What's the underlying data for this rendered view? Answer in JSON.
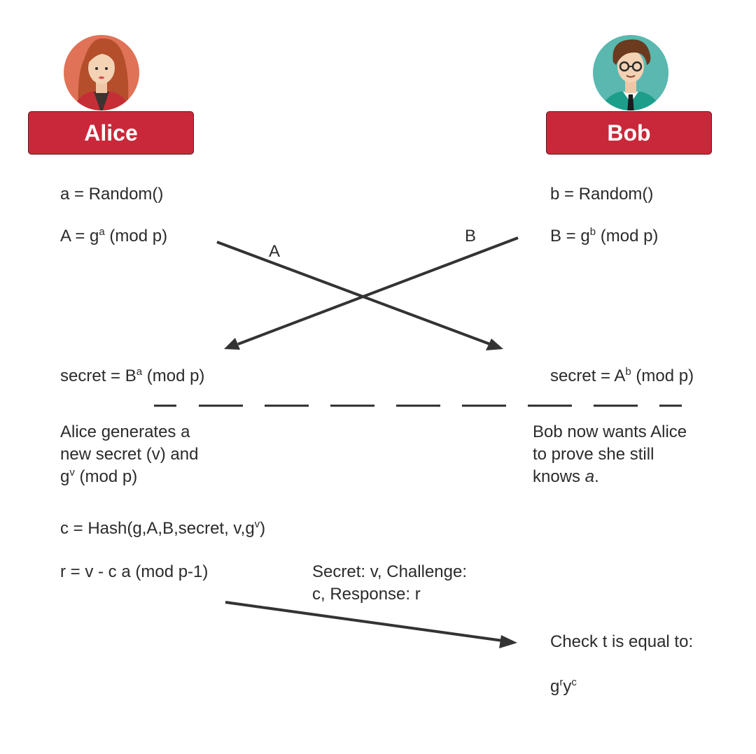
{
  "alice": {
    "name": "Alice",
    "a_def": "a = Random()",
    "A_def_prefix": "A = g",
    "A_def_sup": "a",
    "A_def_suffix": " (mod p)",
    "secret_prefix": "secret = B",
    "secret_sup": "a",
    "secret_suffix": " (mod p)",
    "gen_line1": "Alice generates a",
    "gen_line2": "new secret (v) and",
    "gen_line3_prefix": "g",
    "gen_line3_sup": "v",
    "gen_line3_suffix": " (mod p)",
    "c_prefix": "c = Hash(g,A,B,secret, v,g",
    "c_sup": "v",
    "c_suffix": ")",
    "r_def": "r = v - c a (mod p-1)"
  },
  "bob": {
    "name": "Bob",
    "b_def": "b = Random()",
    "B_def_prefix": "B = g",
    "B_def_sup": "b",
    "B_def_suffix": " (mod p)",
    "secret_prefix": "secret = A",
    "secret_sup": "b",
    "secret_suffix": " (mod p)",
    "wants_line1": "Bob now wants Alice",
    "wants_line2": "to prove she still",
    "wants_line3_prefix": "knows ",
    "wants_line3_em": "a",
    "wants_line3_suffix": ".",
    "check": "Check t is equal to:",
    "result_base1": "g",
    "result_sup1": "r",
    "result_base2": "y",
    "result_sup2": "c"
  },
  "arrows": {
    "a_label": "A",
    "b_label": "B",
    "transfer_line1": "Secret: v, Challenge:",
    "transfer_line2": "c, Response: r"
  },
  "colors": {
    "label_bg": "#c9283a",
    "arrow": "#333333",
    "alice_circle": "#e07257",
    "bob_circle": "#5ab8b0"
  }
}
